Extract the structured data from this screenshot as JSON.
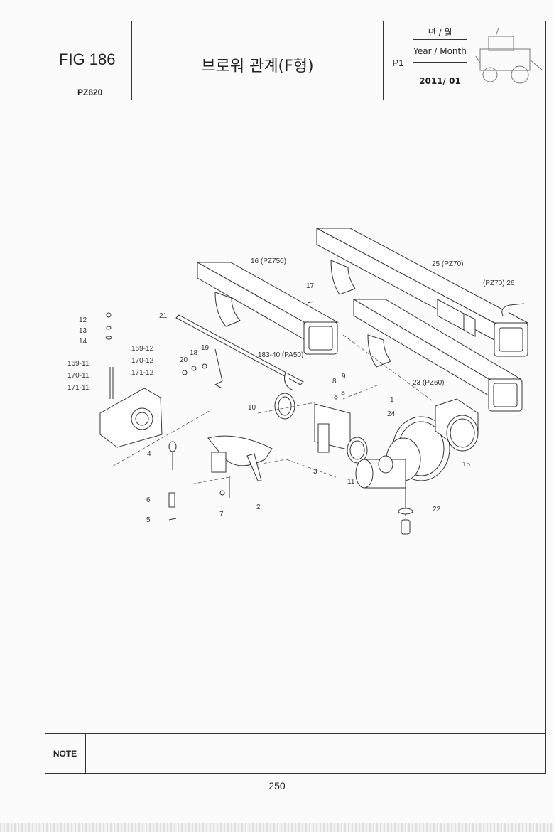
{
  "header": {
    "fig": "FIG 186",
    "model": "PZ620",
    "title": "브로워 관계(F형)",
    "page_label": "P1",
    "year_month_kr": "년 / 월",
    "year_month_en": "Year / Month",
    "date": "2011/ 01"
  },
  "callouts": {
    "c1": "16 (PZ750)",
    "c2": "17",
    "c3": "25 (PZ70)",
    "c4": "(PZ70) 26",
    "c5": "21",
    "c6": "12",
    "c7": "13",
    "c8": "14",
    "c9": "169-12",
    "c10": "170-12",
    "c11": "171-12",
    "c12": "169-11",
    "c13": "170-11",
    "c14": "171-11",
    "c15": "20",
    "c16": "18",
    "c17": "19",
    "c18": "183-40 (PA50)",
    "c19": "8",
    "c20": "9",
    "c21": "23 (PZ60)",
    "c22": "1",
    "c23": "24",
    "c24": "10",
    "c25": "4",
    "c26": "3",
    "c27": "11",
    "c28": "15",
    "c29": "6",
    "c30": "7",
    "c31": "2",
    "c32": "22",
    "c33": "5"
  },
  "note_label": "NOTE",
  "page_number": "250"
}
